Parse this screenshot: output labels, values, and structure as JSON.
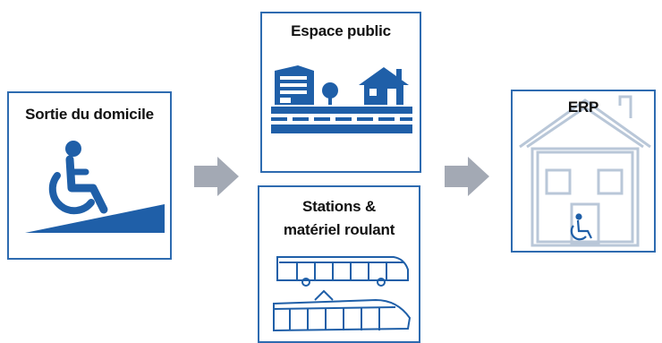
{
  "boxes": {
    "domicile": {
      "label": "Sortie du domicile",
      "icon": "wheelchair-ramp-icon"
    },
    "espace_public": {
      "label": "Espace public",
      "icon": "street-buildings-icon"
    },
    "stations": {
      "label_line1": "Stations &",
      "label_line2": "matériel roulant",
      "icon": "tram-icon"
    },
    "erp": {
      "label": "ERP",
      "icon": "house-wheelchair-icon"
    }
  },
  "colors": {
    "border": "#2e6bb0",
    "icon_blue": "#1f5fa8",
    "arrow_gray": "#a3a9b4",
    "erp_outline": "#b9c7d8"
  }
}
